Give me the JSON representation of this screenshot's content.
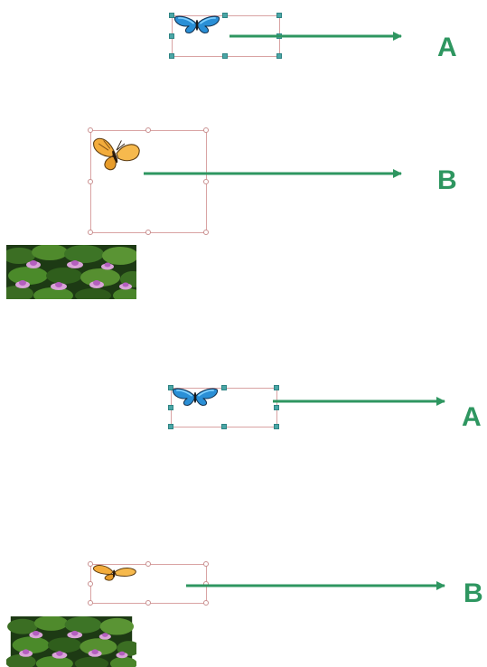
{
  "colors": {
    "arrow": "#2e9660",
    "frame": "#d9a3a3",
    "handle_selected": "#4aa6a6",
    "handle_unselected": "#ffffff",
    "butterfly_blue": "#2a8fd6",
    "butterfly_orange": "#f3ac3c"
  },
  "diagram": {
    "rows": [
      {
        "label": "A",
        "icon": "blue-butterfly-icon"
      },
      {
        "label": "B",
        "icon": "orange-butterfly-icon"
      },
      {
        "label": "A",
        "icon": "blue-butterfly-icon"
      },
      {
        "label": "B",
        "icon": "orange-butterfly-icon"
      }
    ]
  }
}
